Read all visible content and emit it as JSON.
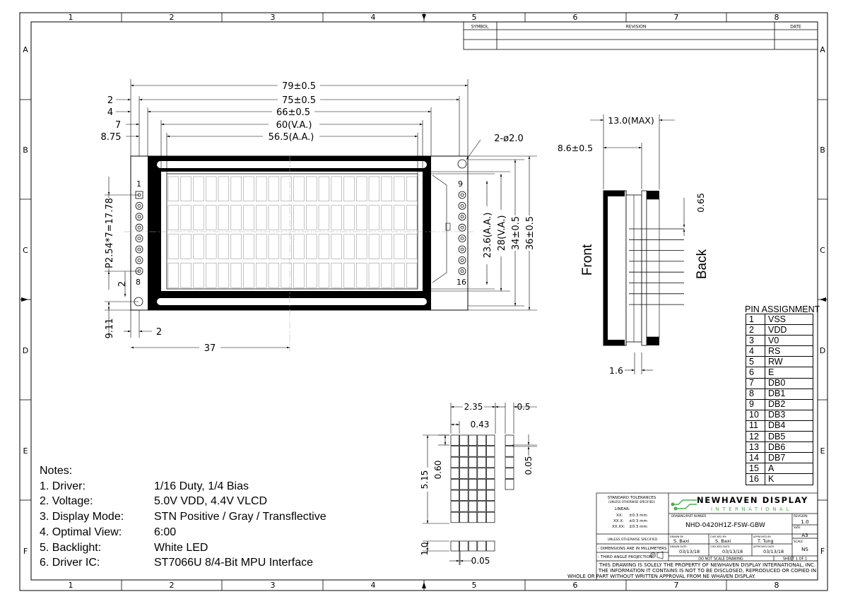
{
  "border": {
    "cols": [
      "1",
      "2",
      "3",
      "4",
      "5",
      "6",
      "7",
      "8"
    ],
    "rows": [
      "A",
      "B",
      "C",
      "D",
      "E",
      "F"
    ]
  },
  "revision_block": {
    "symbol": "SYMBOL",
    "revision": "REVISION",
    "date": "DATE"
  },
  "dims_top": {
    "d79": "79±0.5",
    "d75": "75±0.5",
    "d66": "66±0.5",
    "d60": "60(V.A.)",
    "d565": "56.5(A.A.)",
    "l2": "2",
    "l4": "4",
    "l7": "7",
    "l875": "8.75",
    "hole": "2-ø2.0"
  },
  "dims_side": {
    "aa": "23.6(A.A.)",
    "va": "28(V.A.)",
    "d34": "34±0.5",
    "d36": "36±0.5",
    "pitch": "P2.54*7=17.78",
    "two": "2",
    "d911": "9.11",
    "b2": "2",
    "d37": "37"
  },
  "pins_front": {
    "p1": "1",
    "p8": "8",
    "p9": "9",
    "p16": "16"
  },
  "profile": {
    "max": "13.0(MAX)",
    "d86": "8.6±0.5",
    "d065": "0.65",
    "d16": "1.6",
    "front": "Front",
    "back": "Back"
  },
  "char_dims": {
    "d235": "2.35",
    "d05": "0.5",
    "d043": "0.43",
    "d060": "0.60",
    "d515": "5.15",
    "d005a": "0.05",
    "d10": "1.0",
    "d005b": "0.05"
  },
  "notes": {
    "title": "Notes:",
    "items": [
      {
        "k": "1. Driver:",
        "v": "1/16 Duty, 1/4 Bias"
      },
      {
        "k": "2. Voltage:",
        "v": "5.0V VDD, 4.4V VLCD"
      },
      {
        "k": "3. Display Mode:",
        "v": "STN Positive / Gray / Transflective"
      },
      {
        "k": "4. Optimal View:",
        "v": "6:00"
      },
      {
        "k": "5. Backlight:",
        "v": "White LED"
      },
      {
        "k": "6. Driver IC:",
        "v": "ST7066U 8/4-Bit MPU Interface"
      }
    ]
  },
  "pin_assignment": {
    "title": "PIN ASSIGNMENT",
    "pins": [
      [
        "1",
        "VSS"
      ],
      [
        "2",
        "VDD"
      ],
      [
        "3",
        "V0"
      ],
      [
        "4",
        "RS"
      ],
      [
        "5",
        "RW"
      ],
      [
        "6",
        "E"
      ],
      [
        "7",
        "DB0"
      ],
      [
        "8",
        "DB1"
      ],
      [
        "9",
        "DB2"
      ],
      [
        "10",
        "DB3"
      ],
      [
        "11",
        "DB4"
      ],
      [
        "12",
        "DB5"
      ],
      [
        "13",
        "DB6"
      ],
      [
        "14",
        "DB7"
      ],
      [
        "15",
        "A"
      ],
      [
        "16",
        "K"
      ]
    ]
  },
  "title_block": {
    "tol_title": "STANDARD TOLERANCES",
    "tol_sub": "(UNLESS OTHERWISE SPECIFIED)",
    "linear": "LINEAR:",
    "tol1k": "XX:",
    "tol1v": "±0.3 mm",
    "tol2k": "XX.X:",
    "tol2v": "±0.3 mm",
    "tol3k": "XX.XX:",
    "tol3v": "±0.3 mm",
    "unless": "UNLESS OTHERWISE SPECIFIED",
    "dims_mm": "- DIMENSIONS ARE IN MILLIMETERS",
    "third": "- THIRD ANGLE PROJECTION",
    "company": "NEWHAVEN DISPLAY",
    "intl": "INTERNATIONAL",
    "dwg_label": "DRAWING/PART NUMBER",
    "part": "NHD-0420H1Z-FSW-GBW",
    "rev_label": "REVISION:",
    "rev": "1.0",
    "size_label": "SIZE:",
    "size": "A3",
    "scale_label": "SCALE:",
    "scale": "NS",
    "drawn_label": "DRAWN BY:",
    "drawn": "S. Baxi",
    "checked_label": "CHECKED BY:",
    "checked": "S. Baxi",
    "approved_label": "APPROVED BY:",
    "approved": "T. Tung",
    "date_label1": "DRAWN DATE:",
    "date1": "03/13/18",
    "date_label2": "CHECKED DATE:",
    "date2": "03/13/18",
    "date_label3": "APPROVED DATE:",
    "date3": "03/13/18",
    "noscale": "DO NOT SCALE DRAWING",
    "sheet": "SHEET 1 OF 1",
    "disclaimer1": "THIS DRAWING IS SOLELY THE PROPERTY OF NEWHAVEN DISPLAY INTERNATIONAL, INC.",
    "disclaimer2": "THE INFORMATION IT CONTAINS IS NOT TO BE DISCLOSED, REPRODUCED OR COPIED IN",
    "disclaimer3": "WHOLE OR PART WITHOUT WRITTEN APPROVAL FROM NE WHAVEN DISPLAY."
  }
}
